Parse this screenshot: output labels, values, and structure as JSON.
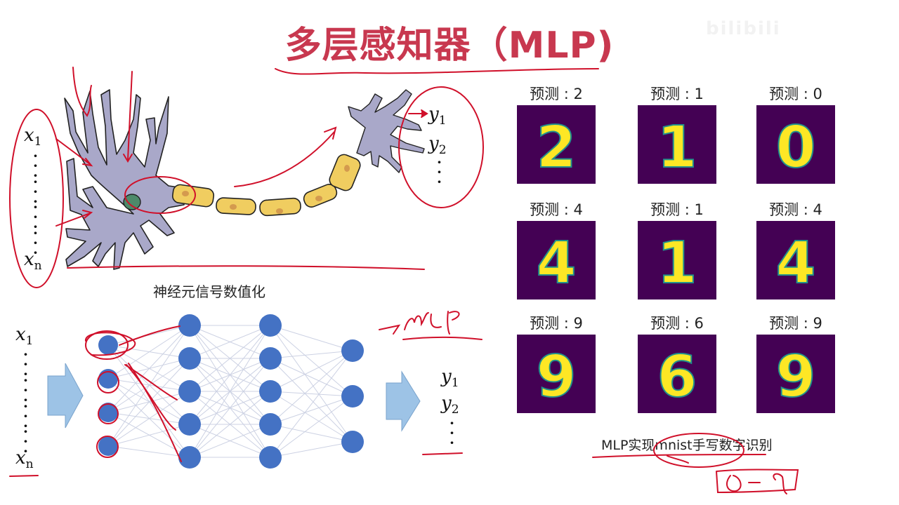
{
  "slide": {
    "title": "多层感知器（MLP)",
    "watermark": "bilibili",
    "neuron_section": {
      "caption": "神经元信号数值化",
      "inputs": {
        "first": "x",
        "first_sub": "1",
        "last": "x",
        "last_sub": "n"
      },
      "outputs": {
        "y1": "y",
        "y1_sub": "1",
        "y2": "y",
        "y2_sub": "2"
      }
    },
    "mlp_section": {
      "inputs": {
        "first": "x",
        "first_sub": "1",
        "last": "x",
        "last_sub": "n"
      },
      "outputs": {
        "y1": "y",
        "y1_sub": "1",
        "y2": "y",
        "y2_sub": "2"
      },
      "layers": [
        4,
        5,
        5,
        3
      ],
      "annotation": "→MLP"
    },
    "mnist_section": {
      "caption": "MLP实现mnist手写数字识别",
      "annotation": "0 - 9",
      "predictions": [
        {
          "label": "预测 : 2",
          "digit": "2"
        },
        {
          "label": "预测 : 1",
          "digit": "1"
        },
        {
          "label": "预测 : 0",
          "digit": "0"
        },
        {
          "label": "预测 : 4",
          "digit": "4"
        },
        {
          "label": "预测 : 1",
          "digit": "1"
        },
        {
          "label": "预测 : 4",
          "digit": "4"
        },
        {
          "label": "预测 : 9",
          "digit": "9"
        },
        {
          "label": "预测 : 6",
          "digit": "6"
        },
        {
          "label": "预测 : 9",
          "digit": "9"
        }
      ]
    },
    "colors": {
      "title_red": "#c8384f",
      "ink_red": "#d0102a",
      "neuron_purple": "#a9a8c9",
      "myelin_yellow": "#f0cd60",
      "node_blue": "#4472c4",
      "arrow_blue": "#9dc3e6",
      "mnist_bg": "#440154",
      "mnist_fg": "#fde725"
    }
  }
}
